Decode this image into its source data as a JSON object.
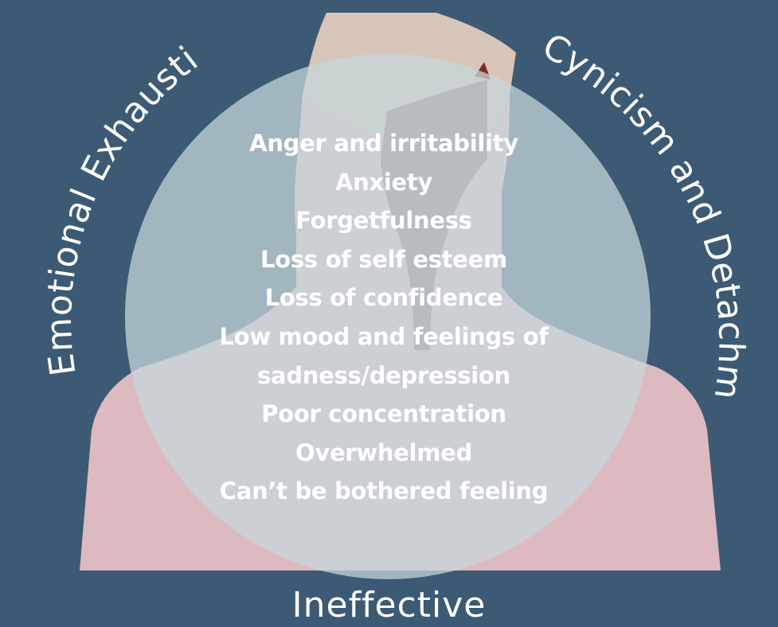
{
  "colors": {
    "background": "#3c5a74",
    "silhouette_pink": "#ddb9c0",
    "hair_beige": "#d8c5b9",
    "neck_shadow": "#8a6f76",
    "hair_tip": "#7d2b2b",
    "circle_fill": "#c6d6da",
    "text": "#ffffff"
  },
  "labels": {
    "left_arc": "Emotional Exhaustion",
    "right_arc": "Cynicism and Detachment",
    "bottom": "Ineffective"
  },
  "symptoms": [
    "Anger and irritability",
    "Anxiety",
    "Forgetfulness",
    "Loss of self esteem",
    "Loss of confidence",
    "Low mood and feelings of",
    "sadness/depression",
    "Poor concentration",
    "Overwhelmed",
    "Can’t be bothered feeling"
  ]
}
